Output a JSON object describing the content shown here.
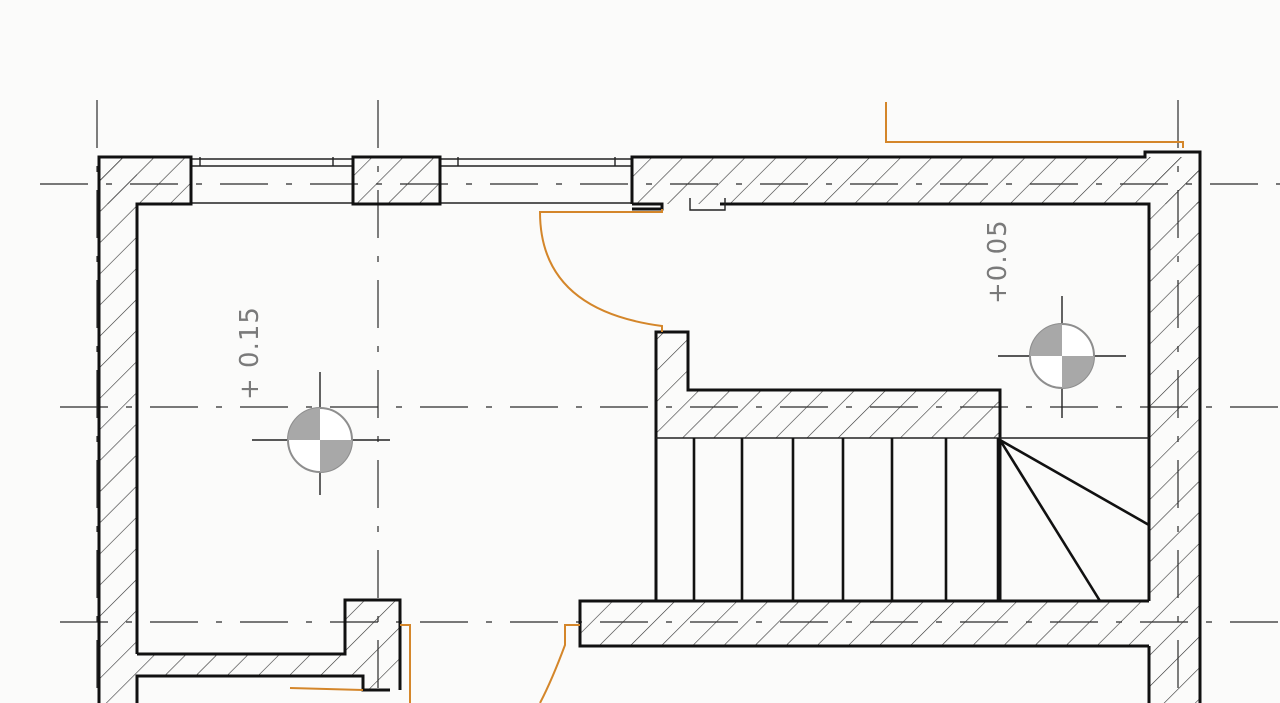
{
  "drawing": {
    "type": "floor-plan",
    "colors": {
      "walls": "#111111",
      "hatch": "#333333",
      "doors": "#d4862a",
      "level_marker": "#a8a8a8",
      "background": "#fbfbfa"
    },
    "level_markers": [
      {
        "id": "left-room",
        "label": "+ 0.15"
      },
      {
        "id": "right-room",
        "label": "+0.05"
      }
    ],
    "elements": {
      "stair_treads_count": 7,
      "winder_steps_count": 2,
      "door_swings_count": 4
    }
  }
}
